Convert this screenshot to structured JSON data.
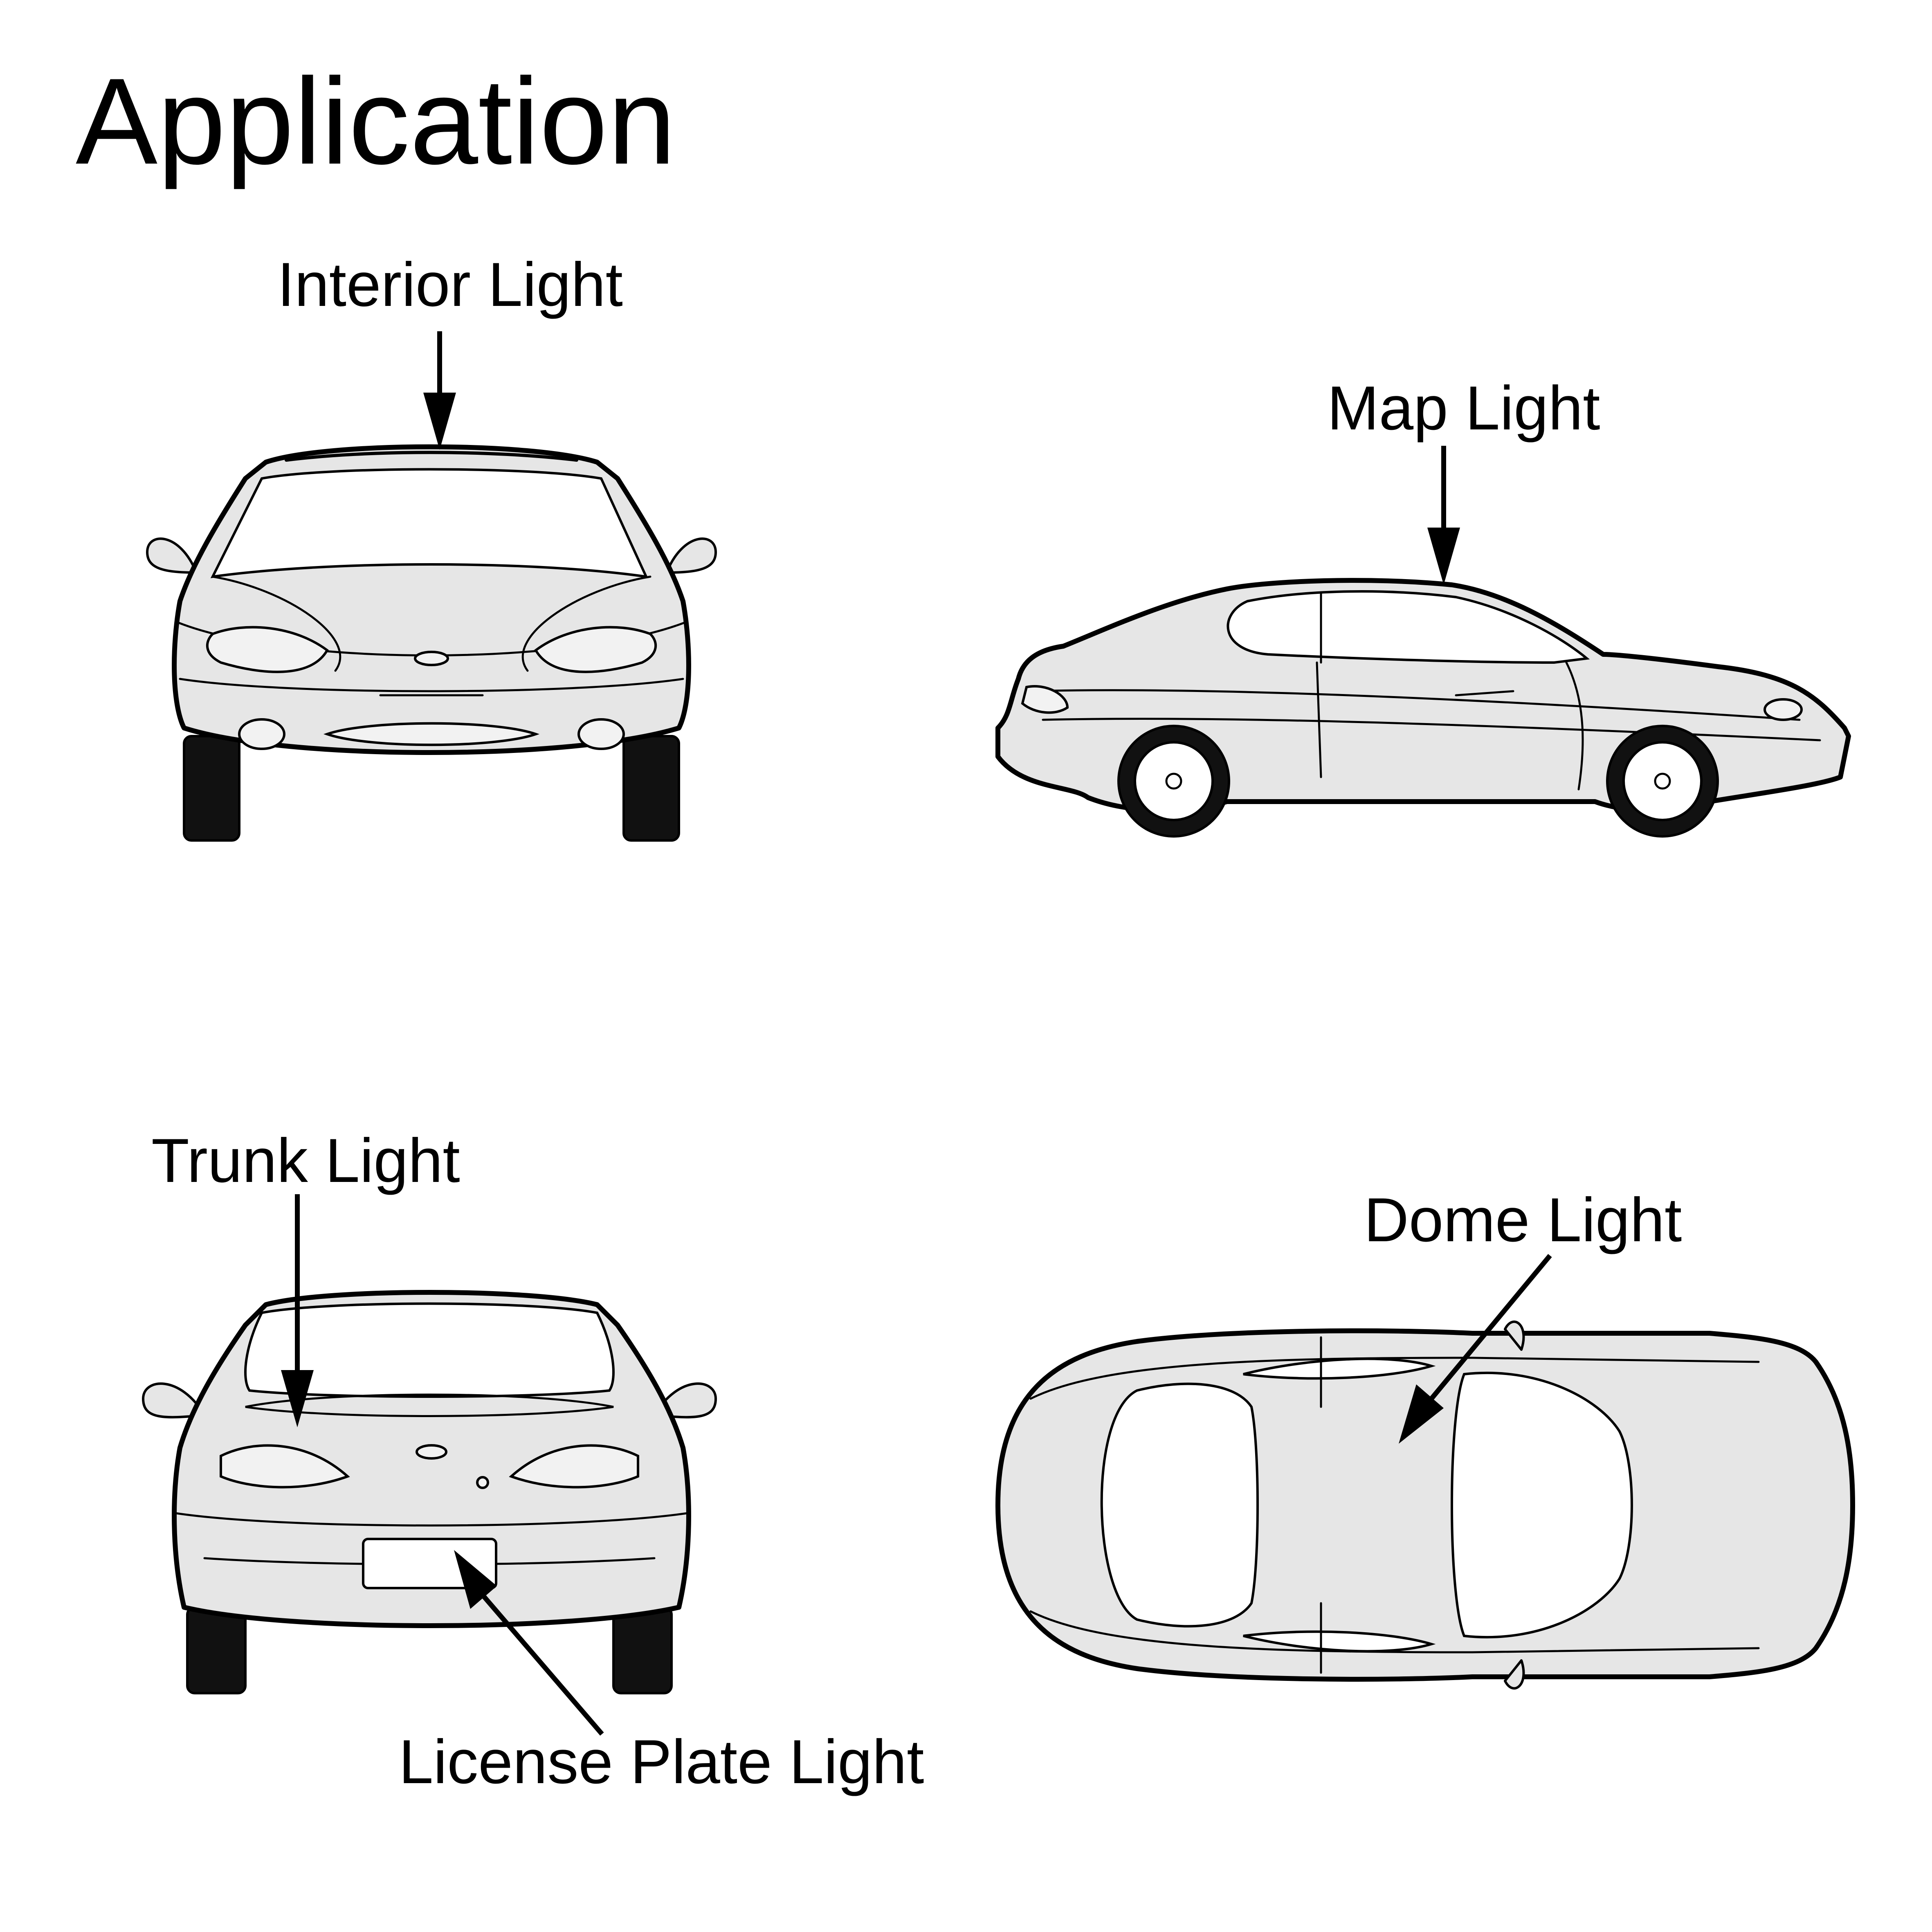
{
  "title": "Application",
  "labels": {
    "interior": "Interior Light",
    "map": "Map Light",
    "trunk": "Trunk Light",
    "dome": "Dome Light",
    "license": "License Plate Light"
  },
  "colors": {
    "body_fill": "#e6e6e6",
    "outline": "#000000",
    "background": "#ffffff"
  }
}
